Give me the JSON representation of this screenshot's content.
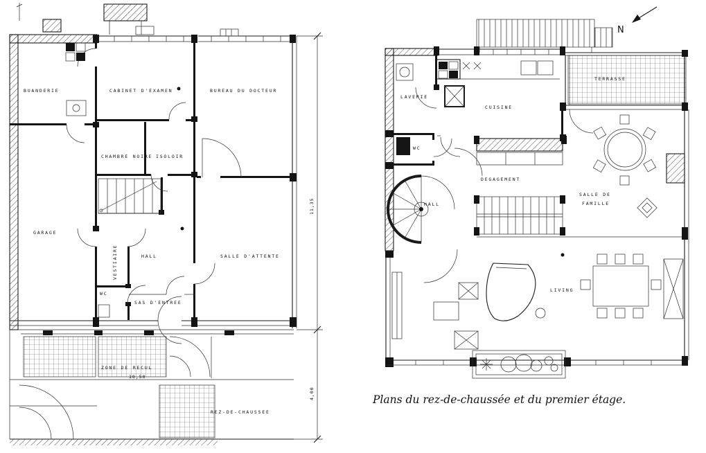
{
  "caption": "Plans du rez-de-chaussée et du premier étage.",
  "north_label": "N",
  "ground_floor": {
    "rooms": {
      "buanderie": "BUANDERIE",
      "cabinet_examen": "CABINET D'EXAMEN",
      "bureau_docteur": "BUREAU DU DOCTEUR",
      "chambre_noire": "CHAMBRE NOIRE",
      "isoloir": "ISOLOIR",
      "garage": "GARAGE",
      "vestiaire": "VESTIAIRE",
      "hall": "HALL",
      "wc": "WC",
      "sas_entree": "SAS D'ENTREE",
      "salle_attente": "SALLE D'ATTENTE"
    },
    "site": {
      "zone_recul": "ZONE DE RECUL",
      "zone_recul_width": "10,50",
      "floor_name": "REZ-DE-CHAUSSEE"
    },
    "dimensions": {
      "depth_main": "11,35",
      "depth_front": "4,00"
    }
  },
  "first_floor": {
    "rooms": {
      "laverie": "LAVERIE",
      "cuisine": "CUISINE",
      "terrasse": "TERRASSE",
      "wc": "WC",
      "hall": "HALL",
      "degagement": "DEGAGEMENT",
      "salle_famille_1": "SALLE DE",
      "salle_famille_2": "FAMILLE",
      "living": "LIVING"
    }
  }
}
